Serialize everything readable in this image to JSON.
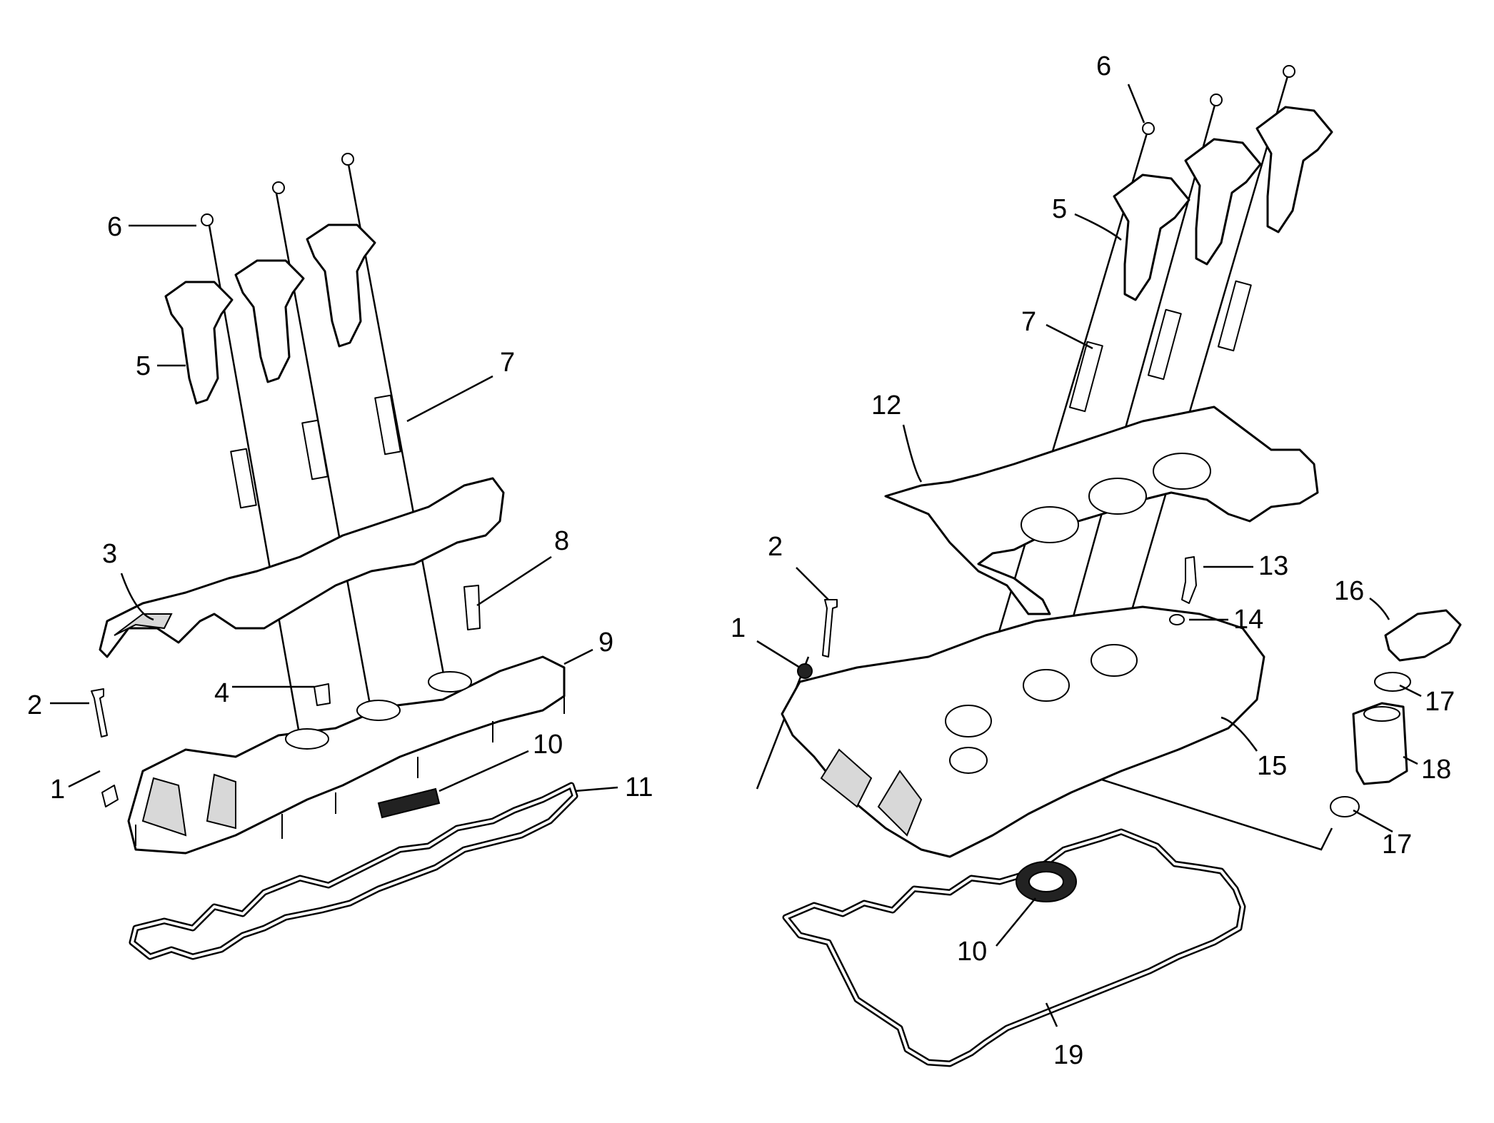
{
  "diagram": {
    "left_view": {
      "callouts": [
        "1",
        "2",
        "3",
        "4",
        "5",
        "6",
        "7",
        "8",
        "9",
        "10",
        "11"
      ]
    },
    "right_view": {
      "callouts": [
        "1",
        "2",
        "5",
        "6",
        "7",
        "10",
        "12",
        "13",
        "14",
        "15",
        "16",
        "17",
        "17",
        "18",
        "19"
      ]
    }
  }
}
